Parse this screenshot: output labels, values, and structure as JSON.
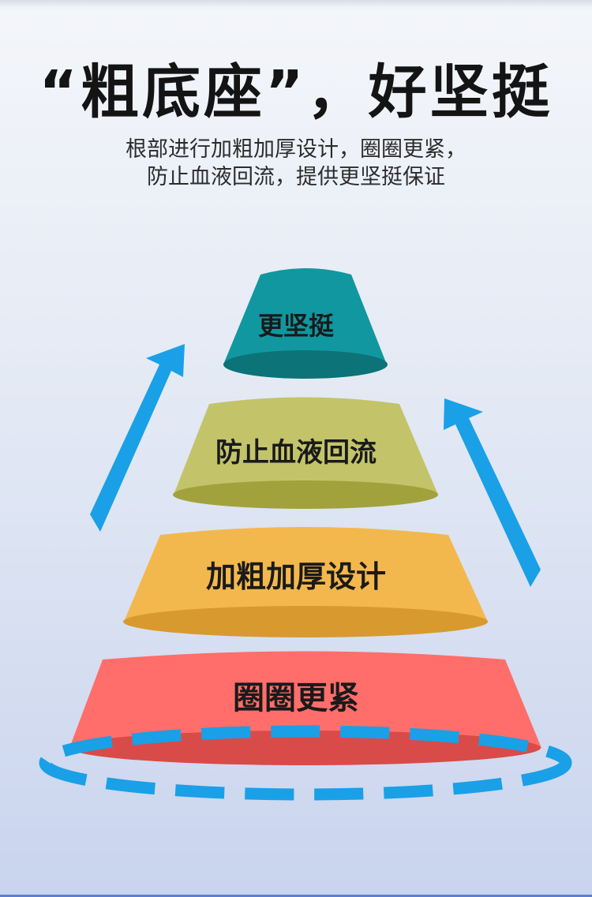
{
  "headline": "“粗底座”，好坚挺",
  "subtitle": {
    "line1": "根部进行加粗加厚设计，圈圈更紧，",
    "line2": "防止血液回流，提供更坚挺保证"
  },
  "pyramid": {
    "tier1_label": "更坚挺",
    "tier2_label": "防止血液回流",
    "tier3_label": "加粗加厚设计",
    "tier4_label": "圈圈更紧"
  },
  "colors": {
    "tier1": "#11979f",
    "tier2": "#c3c46a",
    "tier3": "#f3b84d",
    "tier4": "#ff6e6a",
    "arrow": "#1aa0e6",
    "ring": "#1aa0e6"
  }
}
